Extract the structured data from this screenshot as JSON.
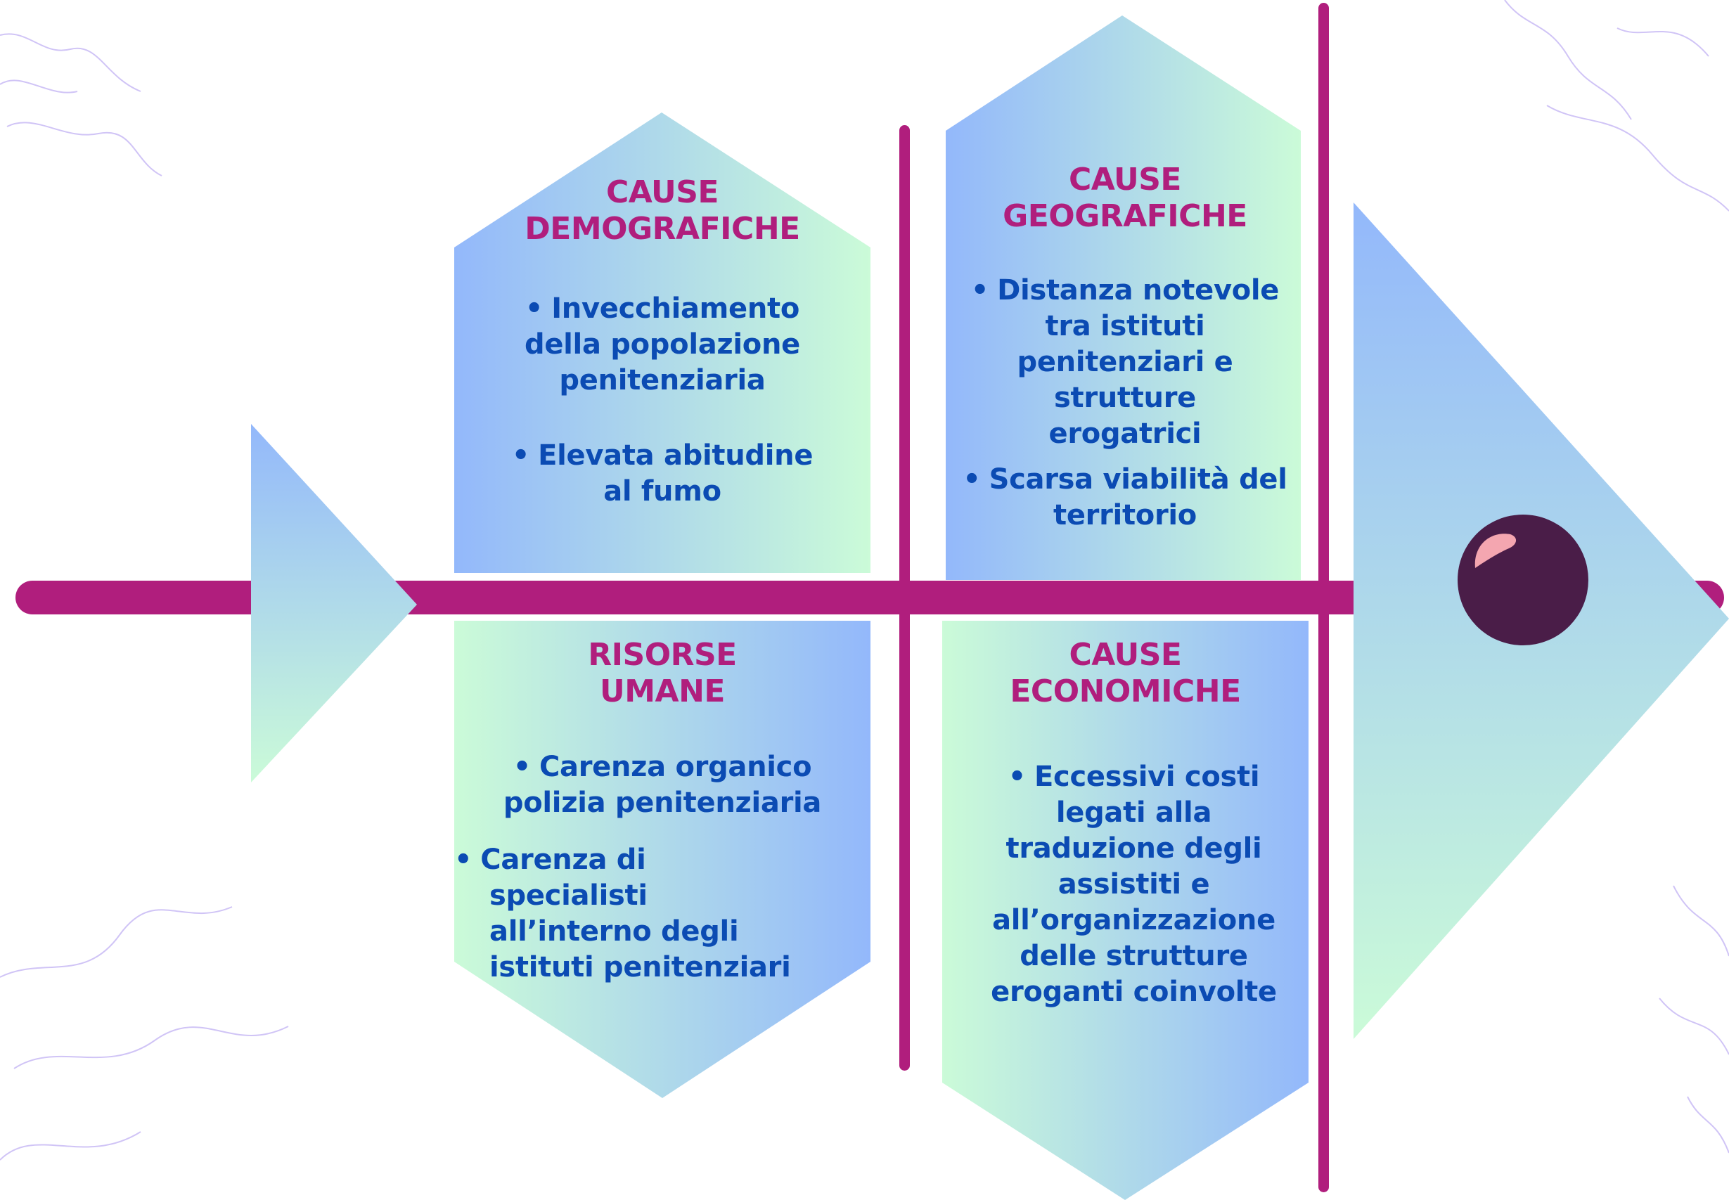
{
  "diagram": {
    "type": "fishbone",
    "colors": {
      "spine": "#b01e7d",
      "title": "#b01e7d",
      "text": "#0b4bb3",
      "gradient_blue": "#93b8fb",
      "gradient_green": "#cbfbd8",
      "eye": "#4a1d48",
      "eye_highlight": "#f4a6b0",
      "background_sketch": "#c4b5f4"
    },
    "categories": [
      {
        "title_line1": "CAUSE",
        "title_line2": "DEMOGRAFICHE",
        "bullets": [
          [
            "Invecchiamento",
            "della popolazione",
            "penitenziaria"
          ],
          [
            "Elevata abitudine",
            "al fumo"
          ]
        ]
      },
      {
        "title_line1": "CAUSE",
        "title_line2": "GEOGRAFICHE",
        "bullets": [
          [
            "Distanza notevole",
            "tra istituti",
            "penitenziari e",
            "strutture",
            "erogatrici"
          ],
          [
            "Scarsa viabilità del",
            "territorio"
          ]
        ]
      },
      {
        "title_line1": "RISORSE",
        "title_line2": "UMANE",
        "bullets": [
          [
            "Carenza organico",
            "polizia penitenziaria"
          ],
          [
            "Carenza di",
            "specialisti",
            "all’interno degli",
            "istituti penitenziari"
          ]
        ]
      },
      {
        "title_line1": "CAUSE",
        "title_line2": "ECONOMICHE",
        "bullets": [
          [
            "Eccessivi costi",
            "legati alla",
            "traduzione degli",
            "assistiti e",
            "all’organizzazione",
            "delle strutture",
            "eroganti coinvolte"
          ]
        ]
      }
    ]
  }
}
